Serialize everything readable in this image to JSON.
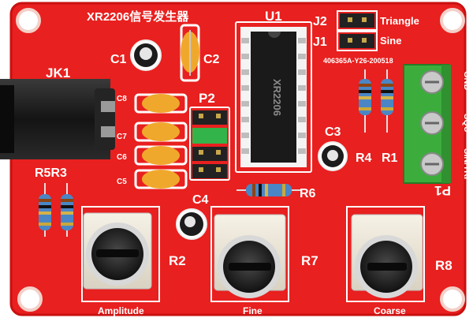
{
  "board": {
    "title": "XR2206信号发生器",
    "serial": "406365A-Y26-200518",
    "colors": {
      "pcb": "#e8201f",
      "pcb_edge": "#c9110f",
      "silk": "#ffffff",
      "chip": "#1a1a1a",
      "terminal": "#3cad3c",
      "cap_yellow": "#f0a82c",
      "resistor": "#4a86c5",
      "jumper_green": "#33b44a"
    }
  },
  "labels": {
    "u1": "U1",
    "j2": "J2",
    "j1": "J1",
    "triangle": "Triangle",
    "sine": "Sine",
    "jk1": "JK1",
    "c1": "C1",
    "c2": "C2",
    "c3": "C3",
    "c4": "C4",
    "c5": "C5",
    "c6": "C6",
    "c7": "C7",
    "c8": "C8",
    "p1": "P1",
    "p2": "P2",
    "r1": "R1",
    "r2": "R2",
    "r4": "R4",
    "r5r3": "R5R3",
    "r6": "R6",
    "r7": "R7",
    "r8": "R8",
    "gnd": "GND",
    "squ": "SQU",
    "sin_tri": "SIN/TRI",
    "amplitude": "Amplitude",
    "fine": "Fine",
    "coarse": "Coarse",
    "chip_marking": "XR2206"
  }
}
